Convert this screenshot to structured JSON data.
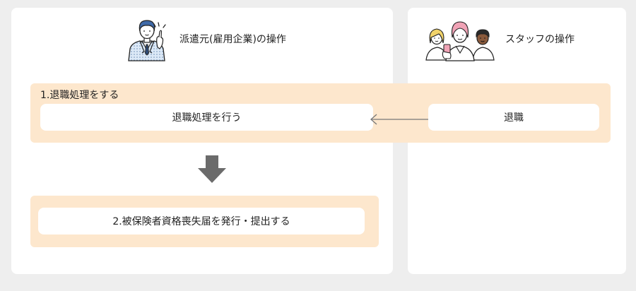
{
  "left_panel": {
    "title": "派遣元(雇用企業)の操作",
    "icon": "business-man-pointing-icon"
  },
  "right_panel": {
    "title": "スタッフの操作",
    "icon": "staff-group-icon"
  },
  "step1": {
    "label": "1.退職処理をする",
    "employer_action": "退職処理を行う",
    "staff_action": "退職"
  },
  "step2": {
    "action": "2.被保険者資格喪失届を発行・提出する"
  },
  "colors": {
    "background": "#eeeeee",
    "panel": "#ffffff",
    "band": "#fde7cd",
    "arrow": "#6b6b6b",
    "connector": "#777777"
  }
}
